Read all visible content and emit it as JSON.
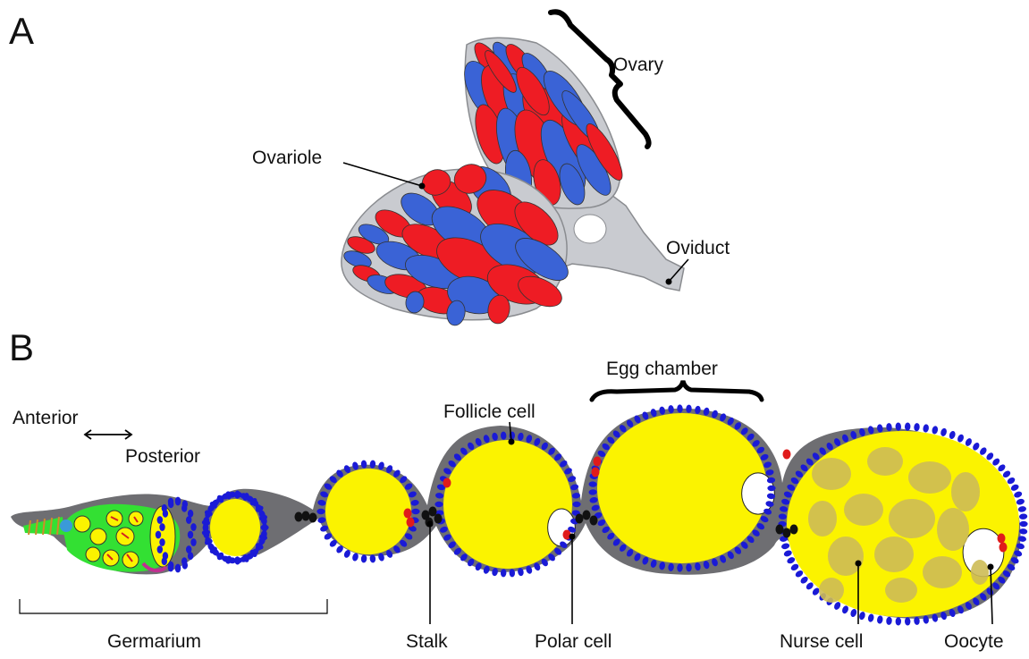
{
  "panels": {
    "a": "A",
    "b": "B"
  },
  "panel_a": {
    "labels": {
      "ovary": "Ovary",
      "ovariole": "Ovariole",
      "oviduct": "Oviduct"
    }
  },
  "panel_b": {
    "labels": {
      "egg_chamber": "Egg chamber",
      "follicle_cell": "Follicle cell",
      "anterior": "Anterior",
      "posterior": "Posterior",
      "germarium": "Germarium",
      "stalk": "Stalk",
      "polar_cell": "Polar cell",
      "nurse_cell": "Nurse cell",
      "oocyte": "Oocyte"
    }
  },
  "colors": {
    "germline": "#ee1c24",
    "somatic": "#3a63d6",
    "tissue": "#c9cbd0",
    "tissue_edge": "#8a8c90",
    "sheath": "#6e6e72",
    "follicle": "#1a1ad6",
    "polar": "#e01b1b",
    "egg": "#fbf300",
    "nurse": "#cdbb55",
    "germarium_green": "#33e033",
    "stalk": "#111111"
  }
}
